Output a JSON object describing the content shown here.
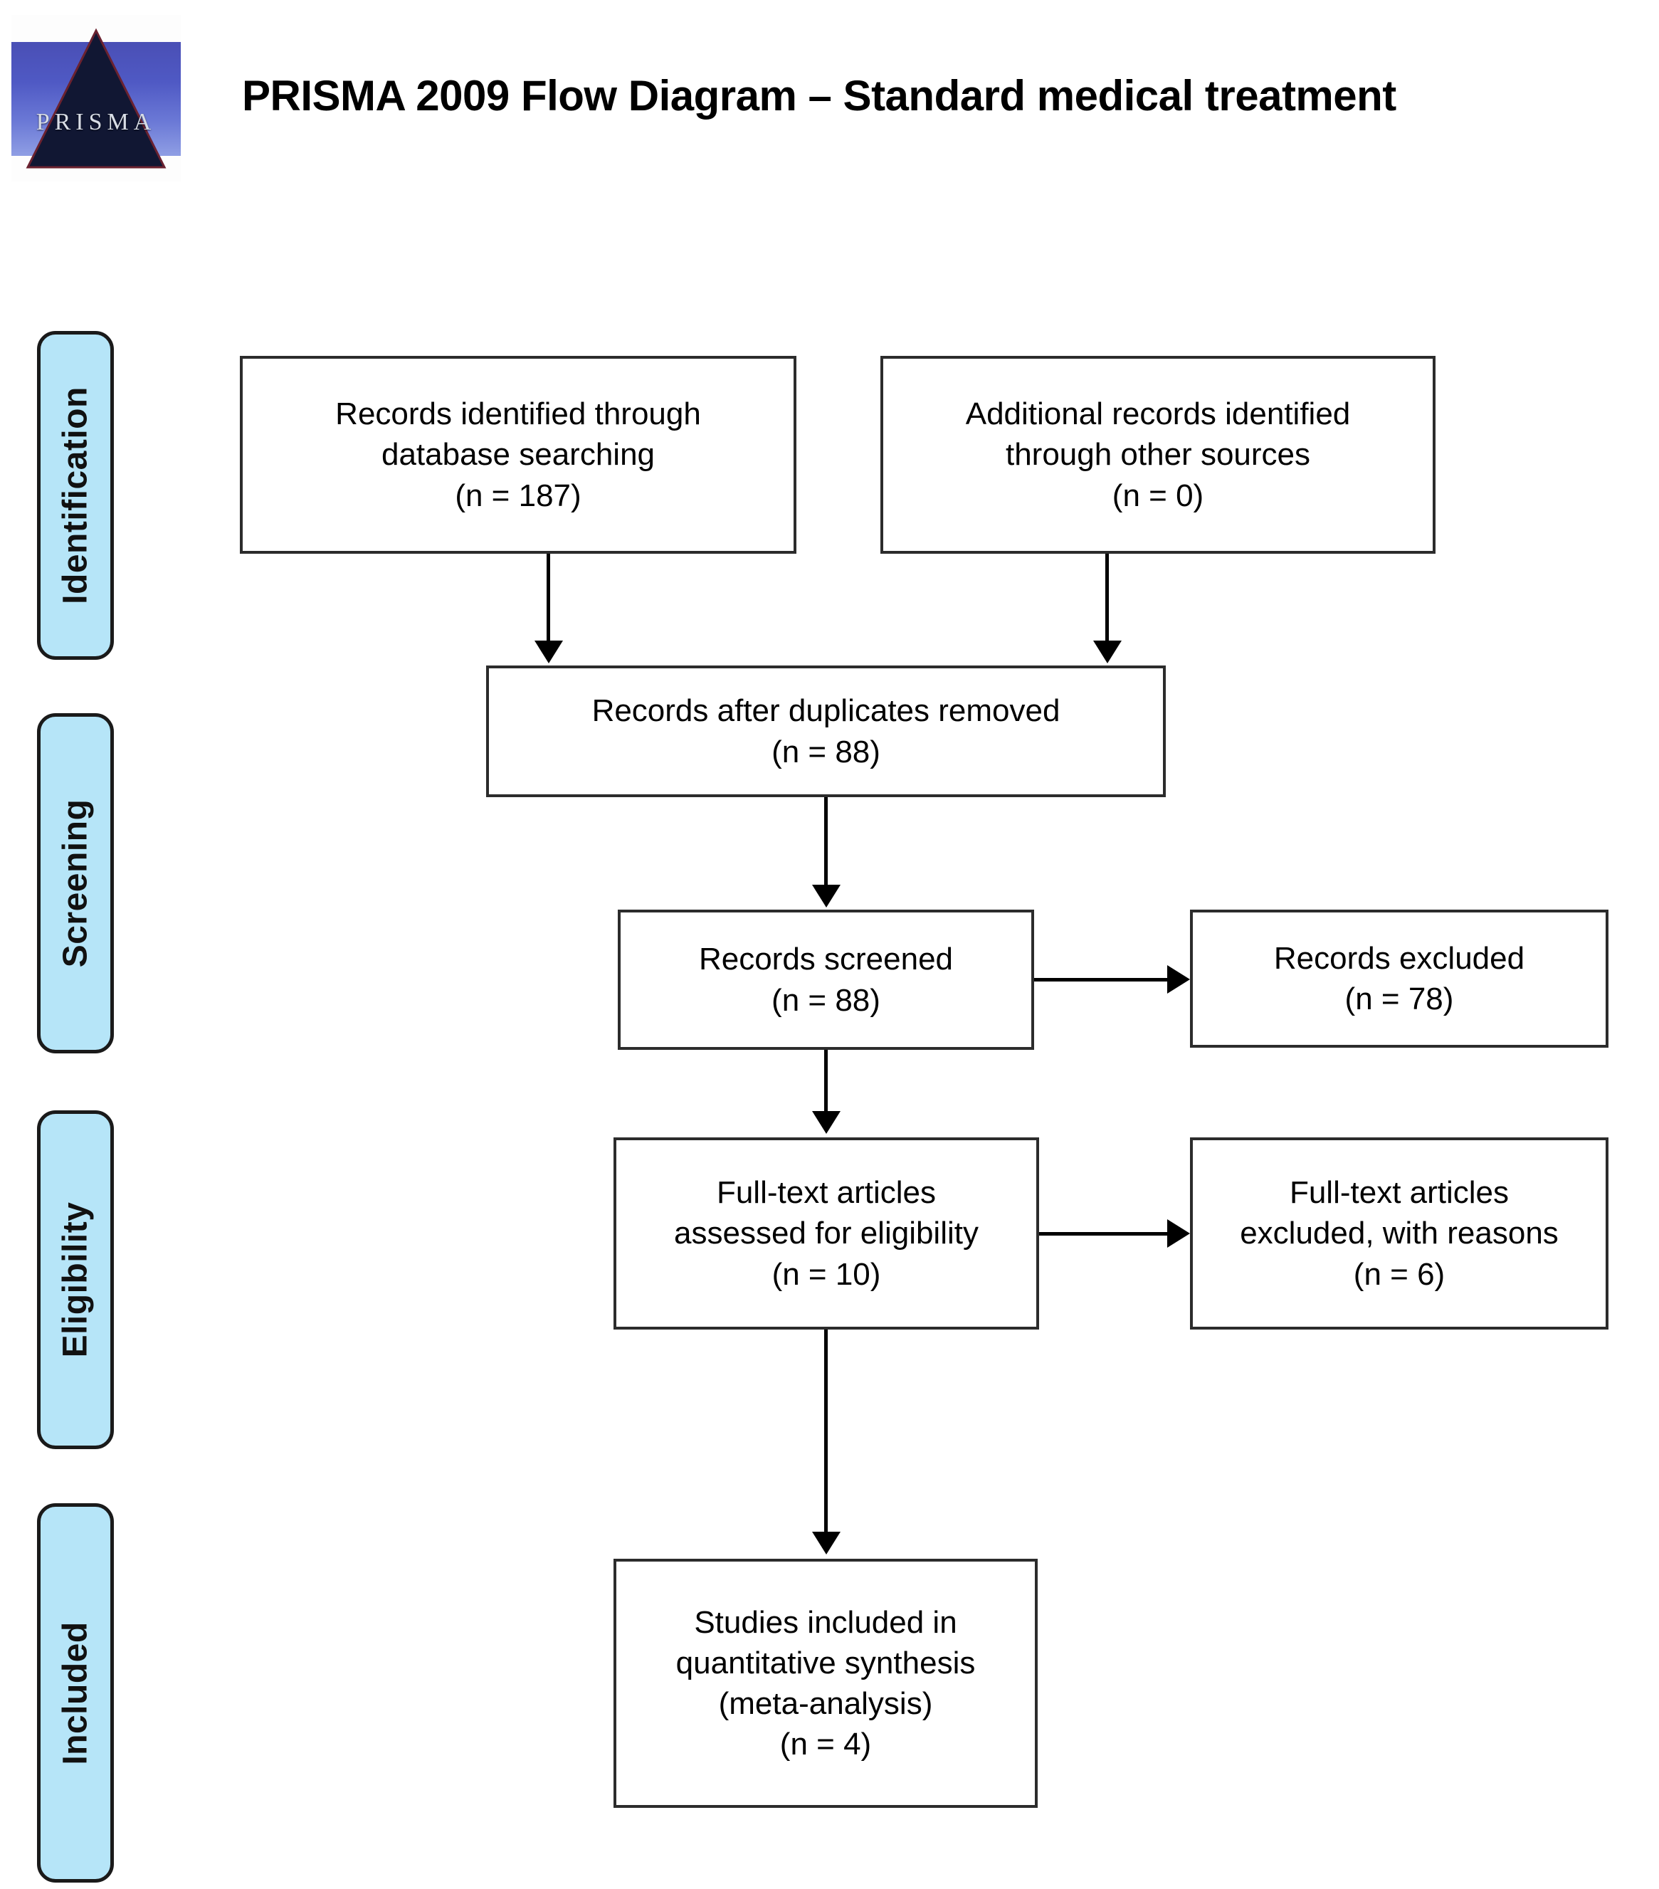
{
  "header": {
    "logo_alt": "PRISMA",
    "logo_word": "PRISMA",
    "title": "PRISMA 2009 Flow Diagram – Standard medical treatment"
  },
  "phases": [
    {
      "label": "Identification"
    },
    {
      "label": "Screening"
    },
    {
      "label": "Eligibility"
    },
    {
      "label": "Included"
    }
  ],
  "boxes": {
    "db_search": {
      "lines": [
        "Records identified through",
        "database searching",
        "(n = 187)"
      ],
      "count": 187
    },
    "other_sources": {
      "lines": [
        "Additional records identified",
        "through other sources",
        "(n = 0)"
      ],
      "count": 0
    },
    "duplicates_removed": {
      "lines": [
        "Records after duplicates removed",
        "(n = 88)"
      ],
      "count": 88
    },
    "screened": {
      "lines": [
        "Records screened",
        "(n = 88)"
      ],
      "count": 88
    },
    "records_excluded": {
      "lines": [
        "Records excluded",
        "(n = 78)"
      ],
      "count": 78
    },
    "fulltext_assessed": {
      "lines": [
        "Full-text articles",
        "assessed for eligibility",
        "(n = 10)"
      ],
      "count": 10
    },
    "fulltext_excluded": {
      "lines": [
        "Full-text articles",
        "excluded, with reasons",
        "(n = 6)"
      ],
      "count": 6
    },
    "included": {
      "lines": [
        "Studies included in",
        "quantitative synthesis",
        "(meta-analysis)",
        "(n = 4)"
      ],
      "count": 4
    }
  },
  "colors": {
    "phase_fill": "#b6e5f8",
    "phase_border": "#1a1a1a",
    "box_border": "#2c2c2c",
    "connector": "#000000",
    "page_background": "#ffffff"
  }
}
